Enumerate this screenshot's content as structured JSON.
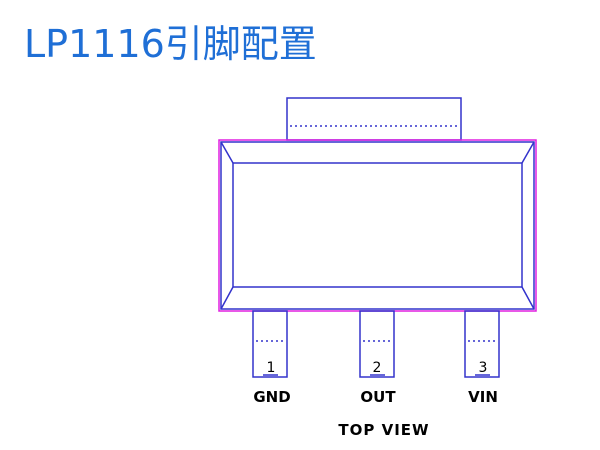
{
  "title": "LP1116引脚配置",
  "package": {
    "tab": {},
    "pins": [
      {
        "number": "1",
        "name": "GND"
      },
      {
        "number": "2",
        "name": "OUT"
      },
      {
        "number": "3",
        "name": "VIN"
      }
    ],
    "view_label": "TOP VIEW"
  },
  "colors": {
    "title": "#1f6fd6",
    "body_outline": "#3333cc",
    "body_outer": "#e020e0",
    "dots": "#3333cc"
  }
}
